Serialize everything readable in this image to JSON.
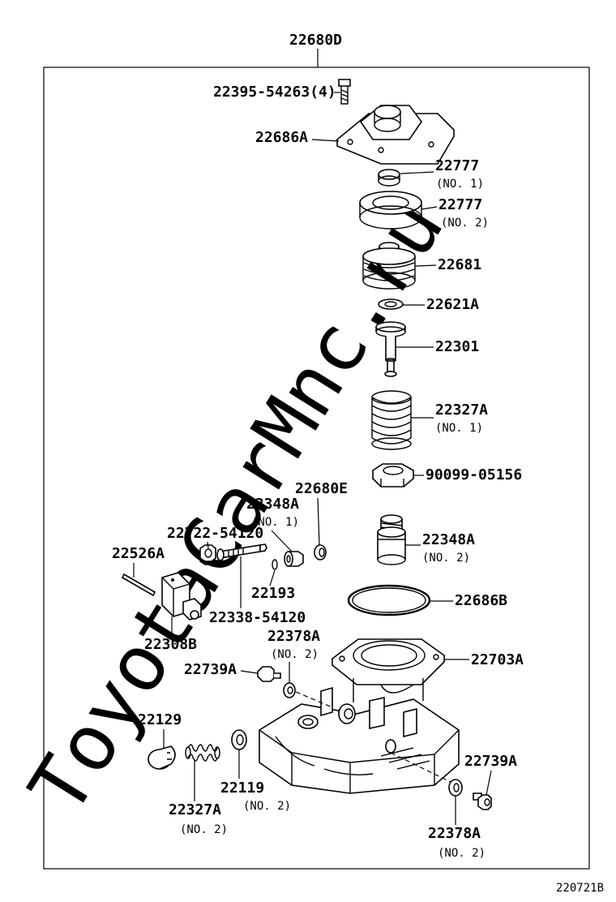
{
  "watermark": "ToyotaCarMnc.ru",
  "assembly": {
    "part_no": "22680D"
  },
  "parts": [
    {
      "id": "p-22395",
      "part_no": "22395-54263(4)",
      "note": ""
    },
    {
      "id": "p-22686a",
      "part_no": "22686A",
      "note": ""
    },
    {
      "id": "p-22777-1",
      "part_no": "22777",
      "note": "(NO. 1)"
    },
    {
      "id": "p-22777-2",
      "part_no": "22777",
      "note": "(NO. 2)"
    },
    {
      "id": "p-22681",
      "part_no": "22681",
      "note": ""
    },
    {
      "id": "p-22621a",
      "part_no": "22621A",
      "note": ""
    },
    {
      "id": "p-22301",
      "part_no": "22301",
      "note": ""
    },
    {
      "id": "p-22327a-1",
      "part_no": "22327A",
      "note": "(NO. 1)"
    },
    {
      "id": "p-90099",
      "part_no": "90099-05156",
      "note": ""
    },
    {
      "id": "p-22680e",
      "part_no": "22680E",
      "note": ""
    },
    {
      "id": "p-22348a-1",
      "part_no": "22348A",
      "note": "(NO. 1)"
    },
    {
      "id": "p-22348a-2",
      "part_no": "22348A",
      "note": "(NO. 2)"
    },
    {
      "id": "p-22722",
      "part_no": "22722-54120",
      "note": ""
    },
    {
      "id": "p-22526a",
      "part_no": "22526A",
      "note": ""
    },
    {
      "id": "p-22193",
      "part_no": "22193",
      "note": ""
    },
    {
      "id": "p-22338",
      "part_no": "22338-54120",
      "note": ""
    },
    {
      "id": "p-22686b",
      "part_no": "22686B",
      "note": ""
    },
    {
      "id": "p-22308b",
      "part_no": "22308B",
      "note": ""
    },
    {
      "id": "p-22378a-1",
      "part_no": "22378A",
      "note": "(NO. 2)"
    },
    {
      "id": "p-22703a",
      "part_no": "22703A",
      "note": ""
    },
    {
      "id": "p-22739a-1",
      "part_no": "22739A",
      "note": ""
    },
    {
      "id": "p-22129",
      "part_no": "22129",
      "note": ""
    },
    {
      "id": "p-22119",
      "part_no": "22119",
      "note": "(NO. 2)"
    },
    {
      "id": "p-22327a-2",
      "part_no": "22327A",
      "note": "(NO. 2)"
    },
    {
      "id": "p-22739a-2",
      "part_no": "22739A",
      "note": ""
    },
    {
      "id": "p-22378a-2",
      "part_no": "22378A",
      "note": "(NO. 2)"
    }
  ],
  "footer": {
    "diagram_id": "220721B"
  }
}
